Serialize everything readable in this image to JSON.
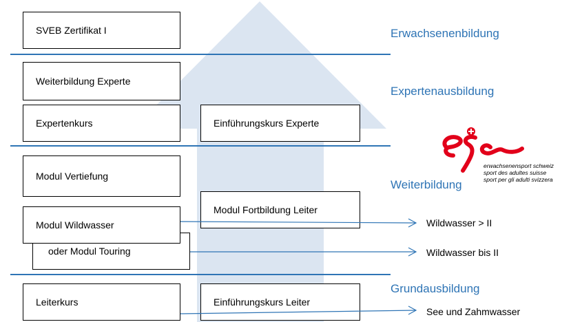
{
  "boxes": {
    "sveb": "SVEB Zertifikat I",
    "weiterbildung_experte": "Weiterbildung Experte",
    "expertenkurs": "Expertenkurs",
    "einfuehrungskurs_experte": "Einführungskurs Experte",
    "modul_vertiefung": "Modul Vertiefung",
    "modul_fortbildung_leiter": "Modul Fortbildung Leiter",
    "modul_wildwasser": "Modul Wildwasser",
    "oder_modul_touring": "oder Modul Touring",
    "leiterkurs": "Leiterkurs",
    "einfuehrungskurs_leiter": "Einführungskurs Leiter"
  },
  "levels": {
    "erwachsenenbildung": "Erwachsenenbildung",
    "expertenausbildung": "Expertenausbildung",
    "weiterbildung": "Weiterbildung",
    "grundausbildung": "Grundausbildung"
  },
  "annotations": {
    "wildwasser_gt_ii": "Wildwasser > II",
    "wildwasser_bis_ii": "Wildwasser bis II",
    "see_und_zahmwasser": "See und Zahmwasser"
  },
  "logo": {
    "line1": "erwachsenensport schweiz",
    "line2": "sport des adultes suisse",
    "line3": "sport per gli adulti svizzera"
  },
  "colors": {
    "accent_blue": "#2e74b5",
    "arrow_fill": "#dbe5f1",
    "logo_red": "#e2001a"
  }
}
